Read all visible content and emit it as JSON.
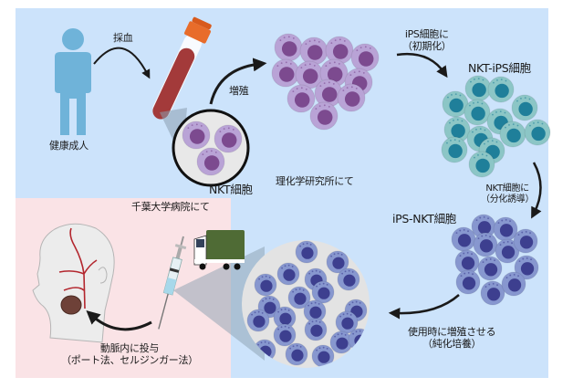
{
  "title": "NKT細胞 iPS細胞療法の流れ",
  "colors": {
    "background_main": "#cce3fb",
    "background_hospital": "#fae3e6",
    "person": "#6fb3d9",
    "nkt_cell_membrane": "#b9a3d6",
    "nkt_cell_nucleus": "#7c4a8f",
    "ips_cell_membrane": "#8cc6c6",
    "ips_cell_nucleus": "#1f7f9a",
    "ips_nkt_cell_membrane": "#8797cf",
    "ips_nkt_cell_nucleus": "#3d3f8f",
    "blood": "#a33a3a",
    "tube_cap": "#e86c2a",
    "truck_cargo": "#4f6b35",
    "tumor": "#6e4138",
    "artery": "#b3262e"
  },
  "labels": {
    "healthy_adult": "健康成人",
    "blood_draw": "採血",
    "proliferation": "増殖",
    "nkt_cell": "NKT細胞",
    "riken": "理化学研究所にて",
    "reprogram_line1": "iPS細胞に",
    "reprogram_line2": "（初期化）",
    "nkt_ips_cell": "NKT-iPS細胞",
    "differentiate_line1": "NKT細胞に",
    "differentiate_line2": "（分化誘導）",
    "ips_nkt_cell": "iPS-NKT細胞",
    "expand_line1": "使用時に増殖させる",
    "expand_line2": "（純化培養）",
    "chiba_hospital": "千葉大学病院にて",
    "administer_line1": "動脈内に投与",
    "administer_line2": "（ポート法、セルジンガー法）"
  },
  "icons": [
    "person-icon",
    "blood-tube-icon",
    "magnifier-circle-icon",
    "nkt-cell-cluster",
    "nkt-ips-cell-cluster",
    "ips-nkt-cell-cluster",
    "truck-icon",
    "syringe-icon",
    "head-profile-icon",
    "tumor-icon",
    "arrow-icon"
  ]
}
